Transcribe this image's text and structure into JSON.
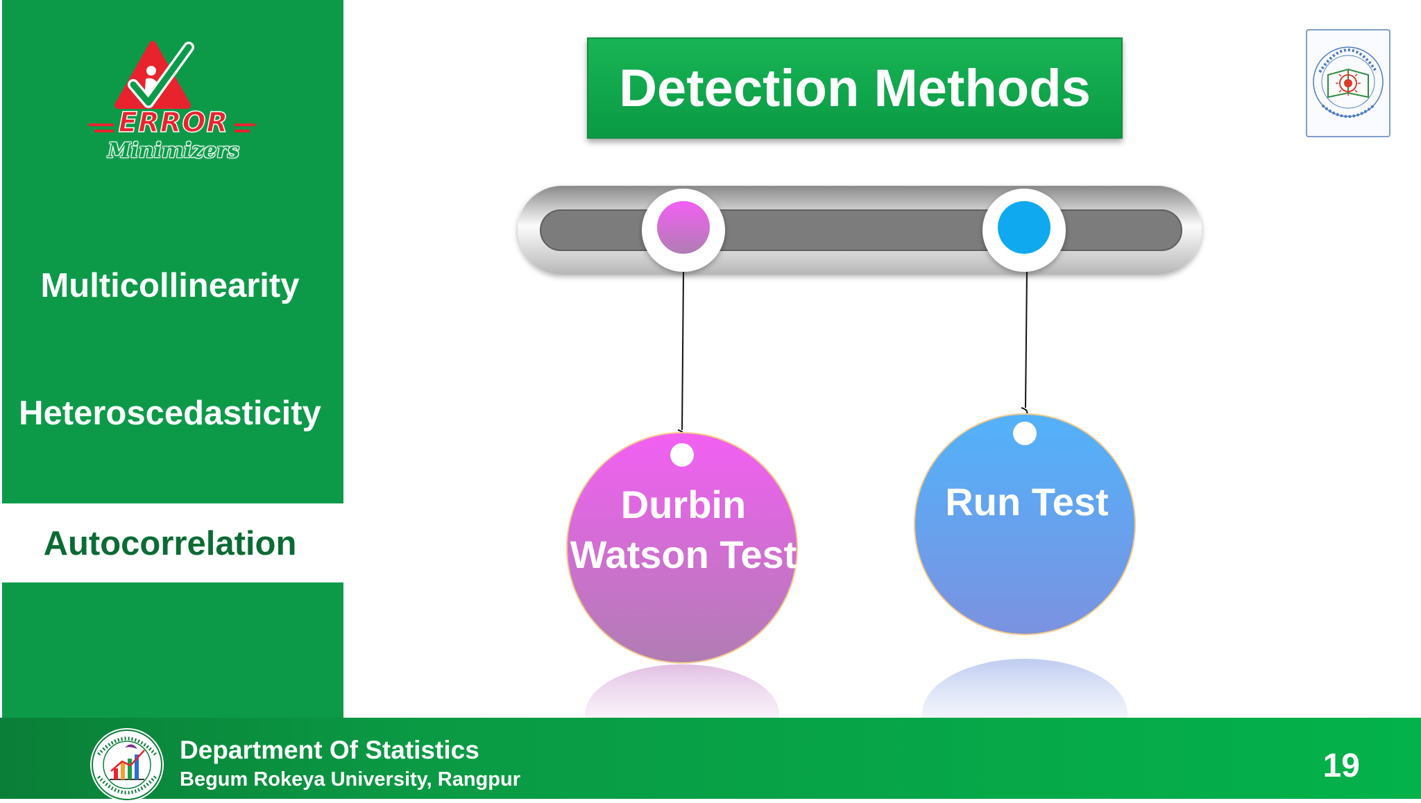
{
  "sidebar": {
    "logo": {
      "line1": "ERROR",
      "line2": "Minimizers"
    },
    "items": [
      {
        "label": "Multicollinearity",
        "active": false
      },
      {
        "label": "Heteroscedasticity",
        "active": false
      },
      {
        "label": "Autocorrelation",
        "active": true
      }
    ]
  },
  "slide": {
    "title": "Detection Methods",
    "methods": [
      {
        "label": "Durbin Watson Test",
        "color": "#e865e8"
      },
      {
        "label": "Run Test",
        "color": "#4fb2f6"
      }
    ]
  },
  "footer": {
    "department": "Department Of Statistics",
    "university": "Begum Rokeya University, Rangpur",
    "page_number": "19"
  },
  "colors": {
    "brand_green": "#0c9a49",
    "active_text": "#0b6b34",
    "durbin_top": "#f35ff3",
    "durbin_bottom": "#b07db3",
    "run_top": "#52b2fb",
    "run_bottom": "#7b92e0"
  }
}
